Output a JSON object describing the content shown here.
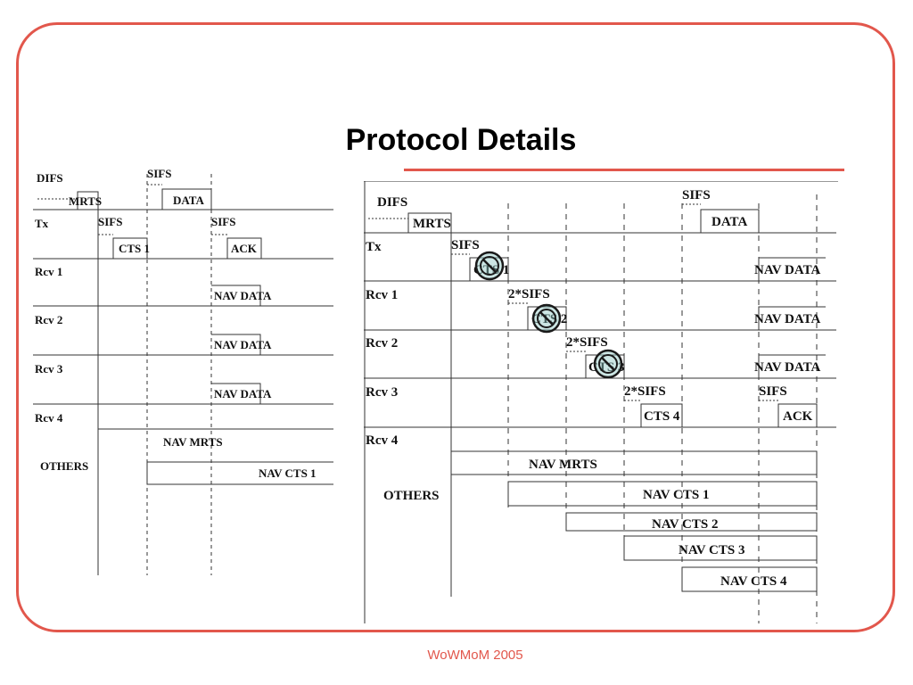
{
  "slide": {
    "title": "Protocol Details",
    "footer": "WoWMoM 2005",
    "accent_color": "#e2574c"
  },
  "left_diagram": {
    "row_labels": [
      "Tx",
      "Rcv 1",
      "Rcv 2",
      "Rcv 3",
      "Rcv 4",
      "OTHERS"
    ],
    "labels": {
      "difs": "DIFS",
      "mrts": "MRTS",
      "sifs_data": "SIFS",
      "data": "DATA",
      "sifs_cts": "SIFS",
      "cts1": "CTS 1",
      "sifs_ack": "SIFS",
      "ack": "ACK",
      "nav_data": "NAV DATA",
      "nav_mrts": "NAV MRTS",
      "nav_cts1": "NAV CTS 1"
    }
  },
  "right_diagram": {
    "row_labels": [
      "Tx",
      "Rcv 1",
      "Rcv 2",
      "Rcv 3",
      "Rcv 4",
      "OTHERS"
    ],
    "labels": {
      "difs": "DIFS",
      "mrts": "MRTS",
      "sifs_data": "SIFS",
      "data": "DATA",
      "sifs_tx": "SIFS",
      "cts1": "CTS 1",
      "sifs2_rcv1": "2*SIFS",
      "cts2": "CTS 2",
      "sifs2_rcv2": "2*SIFS",
      "cts3": "CTS 3",
      "sifs2_rcv3": "2*SIFS",
      "cts4": "CTS 4",
      "sifs_ack": "SIFS",
      "ack": "ACK",
      "nav_data": "NAV DATA",
      "nav_mrts": "NAV MRTS",
      "nav_cts1": "NAV CTS 1",
      "nav_cts2": "NAV CTS 2",
      "nav_cts3": "NAV CTS 3",
      "nav_cts4": "NAV CTS 4"
    },
    "blocked_icon": "no-symbol-icon"
  }
}
